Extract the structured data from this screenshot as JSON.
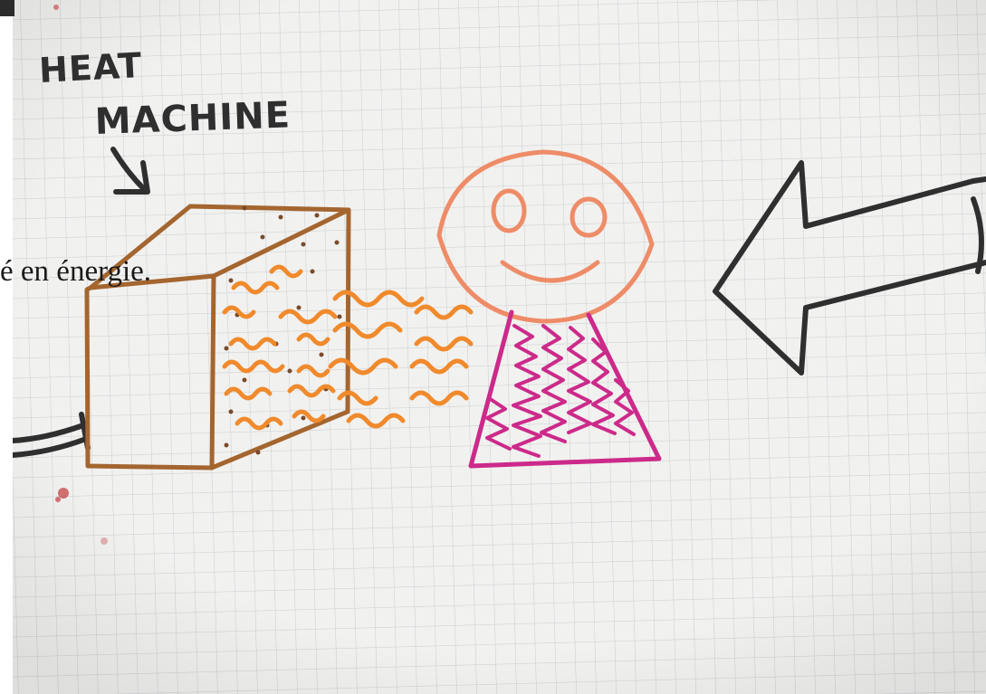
{
  "drawing": {
    "heat_label": "HEAT",
    "machine_label": "MACHINE",
    "overlay_text": "é en énergie."
  },
  "colors": {
    "paper": "#f1f1ef",
    "grid": "#c9cdd0",
    "ink_black": "#2f2f2f",
    "box_brown": "#a4652f",
    "waves_orange": "#f08a2c",
    "face_salmon": "#ee8c68",
    "body_magenta": "#cc2a8a",
    "dots_brown": "#7a4a2a"
  },
  "icons": [
    "down-arrow-icon",
    "left-arrow-icon",
    "smiley-face-icon",
    "heat-machine-box-icon",
    "heat-waves-icon"
  ]
}
